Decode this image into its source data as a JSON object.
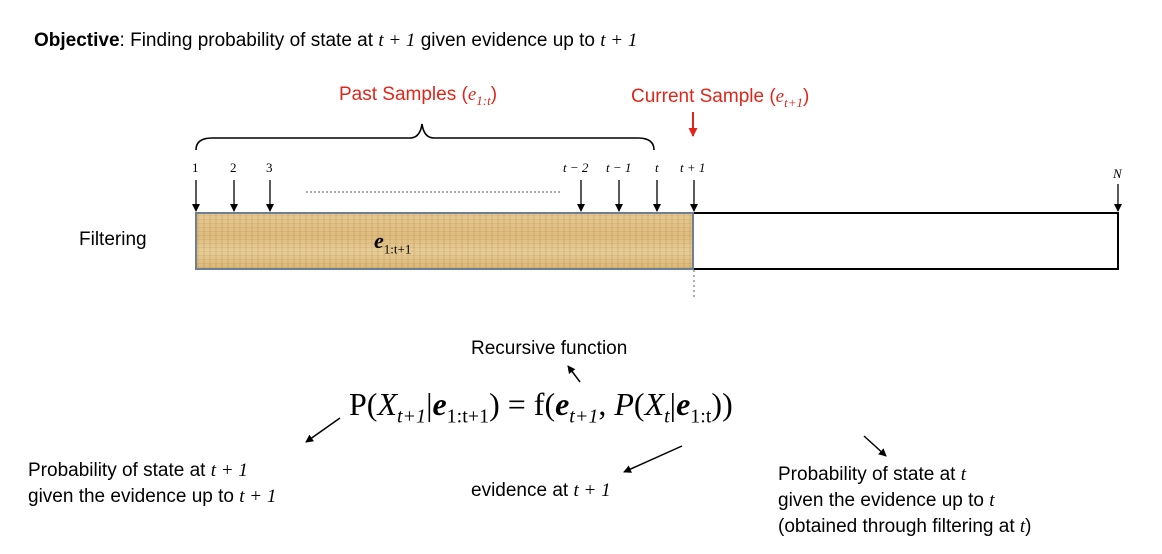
{
  "objective": {
    "bold": "Objective",
    "text": ": Finding probability of state at ",
    "t1": "t + 1",
    "mid": " given evidence up to ",
    "t2": "t + 1"
  },
  "past_samples": {
    "text": "Past Samples (",
    "sym": "e",
    "sub": "1:t",
    "close": ")"
  },
  "current_sample": {
    "text": "Current Sample (",
    "sym": "e",
    "sub": "t+1",
    "close": ")"
  },
  "ticks": [
    "1",
    "2",
    "3",
    "t − 2",
    "t − 1",
    "t",
    "t + 1",
    "N"
  ],
  "row_label": "Filtering",
  "bar_label": {
    "sym": "e",
    "sub": "1:t+1"
  },
  "recursive_label": "Recursive function",
  "equation": {
    "p": "P(",
    "x": "X",
    "x_sub": "t+1",
    "bar": "|",
    "e": "e",
    "e_sub": "1:t+1",
    "close": ")",
    "eq": " = ",
    "f": "f(",
    "e2": "e",
    "e2_sub": "t+1",
    "comma": ", ",
    "p2": "P",
    "open2": "(",
    "x2": "X",
    "x2_sub": "t",
    "bar2": "|",
    "e3": "e",
    "e3_sub": "1:t",
    "close2": "))"
  },
  "desc_left": {
    "line1": "Probability of state at ",
    "line1_math": "t + 1",
    "line2": "given the evidence up to ",
    "line2_math": "t + 1"
  },
  "desc_mid": {
    "text": "evidence at ",
    "math": "t + 1"
  },
  "desc_right": {
    "line1": "Probability of state at ",
    "line1_math": "t",
    "line2": "given the evidence up to ",
    "line2_math": "t",
    "line3": "(obtained through filtering at ",
    "line3_math": "t",
    "line3_end": ")"
  },
  "colors": {
    "highlight": "#e0261b",
    "bar_fill": "#d9b574",
    "bar_border": "#6d7f93"
  }
}
